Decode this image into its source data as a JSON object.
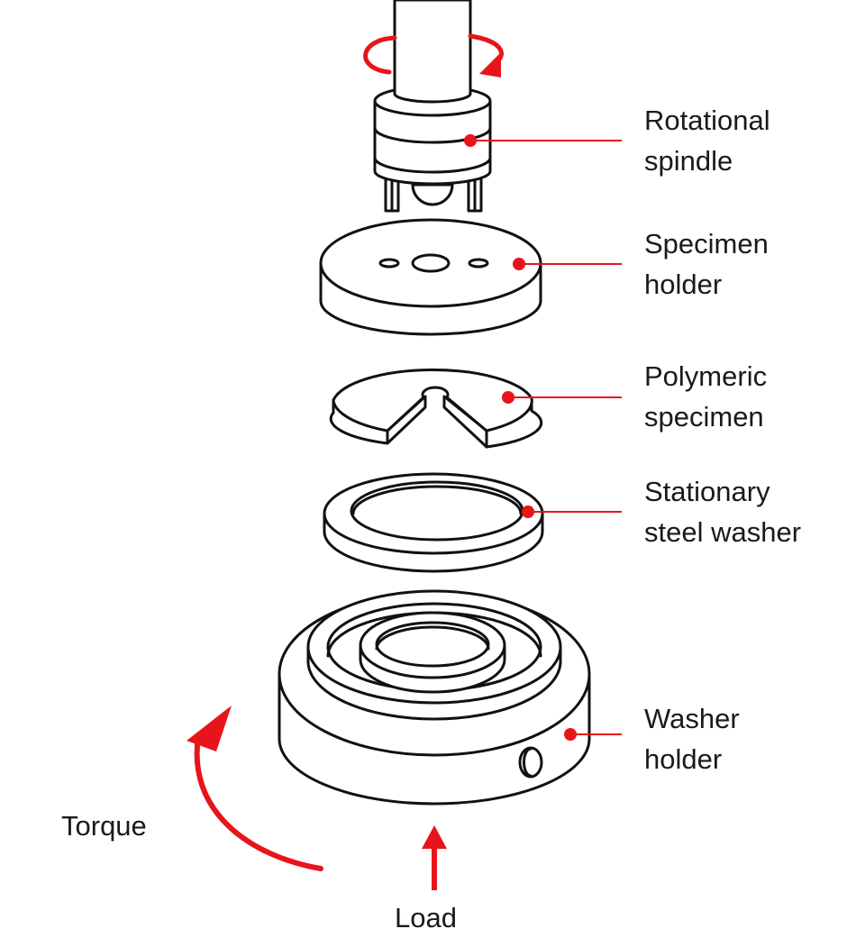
{
  "labels": {
    "spindle": [
      "Rotational",
      "spindle"
    ],
    "specimen_holder": [
      "Specimen",
      "holder"
    ],
    "specimen": [
      "Polymeric",
      "specimen"
    ],
    "washer": [
      "Stationary",
      "steel washer"
    ],
    "washer_holder": [
      "Washer",
      "holder"
    ],
    "torque": "Torque",
    "load": "Load"
  },
  "colors": {
    "accent": "#e8141c",
    "ink": "#111111"
  }
}
